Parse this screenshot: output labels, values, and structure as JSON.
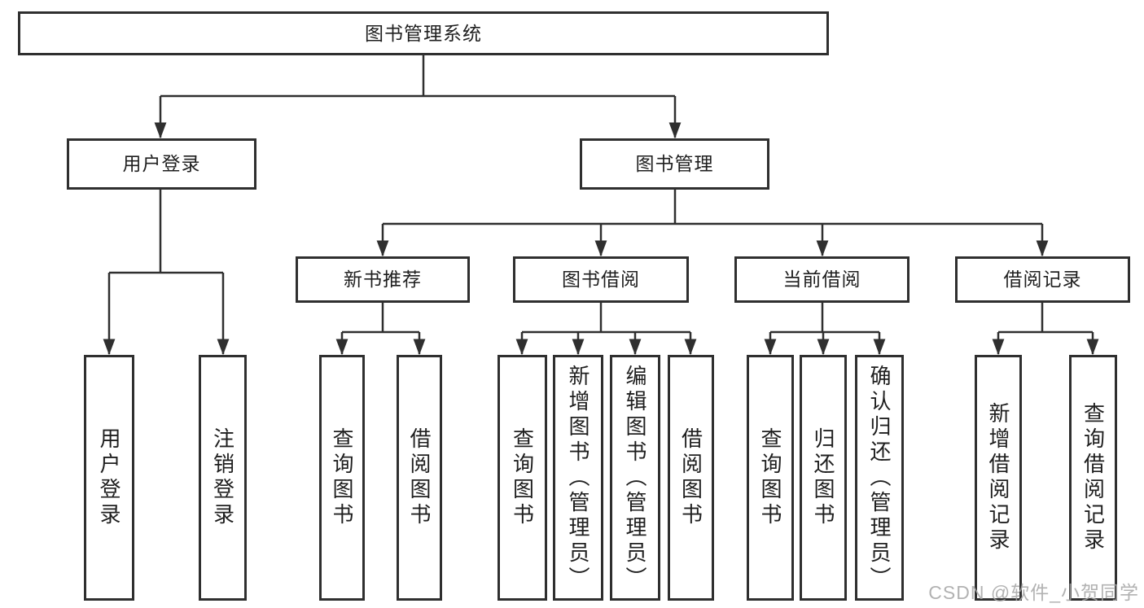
{
  "tree": {
    "label": "图书管理系统",
    "children": [
      {
        "label": "用户登录",
        "children": [
          {
            "label": "用户登录"
          },
          {
            "label": "注销登录"
          }
        ]
      },
      {
        "label": "图书管理",
        "children": [
          {
            "label": "新书推荐",
            "children": [
              {
                "label": "查询图书"
              },
              {
                "label": "借阅图书"
              }
            ]
          },
          {
            "label": "图书借阅",
            "children": [
              {
                "label": "查询图书"
              },
              {
                "label": "新增图书（管理员）"
              },
              {
                "label": "编辑图书（管理员）"
              },
              {
                "label": "借阅图书"
              }
            ]
          },
          {
            "label": "当前借阅",
            "children": [
              {
                "label": "查询图书"
              },
              {
                "label": "归还图书"
              },
              {
                "label": "确认归还（管理员）"
              }
            ]
          },
          {
            "label": "借阅记录",
            "children": [
              {
                "label": "新增借阅记录"
              },
              {
                "label": "查询借阅记录"
              }
            ]
          }
        ]
      }
    ]
  },
  "watermark": {
    "text": "CSDN @软件_小贺同学"
  },
  "colors": {
    "line": "#2f2f2f",
    "background": "#ffffff",
    "watermark": "#a4a4a4"
  }
}
